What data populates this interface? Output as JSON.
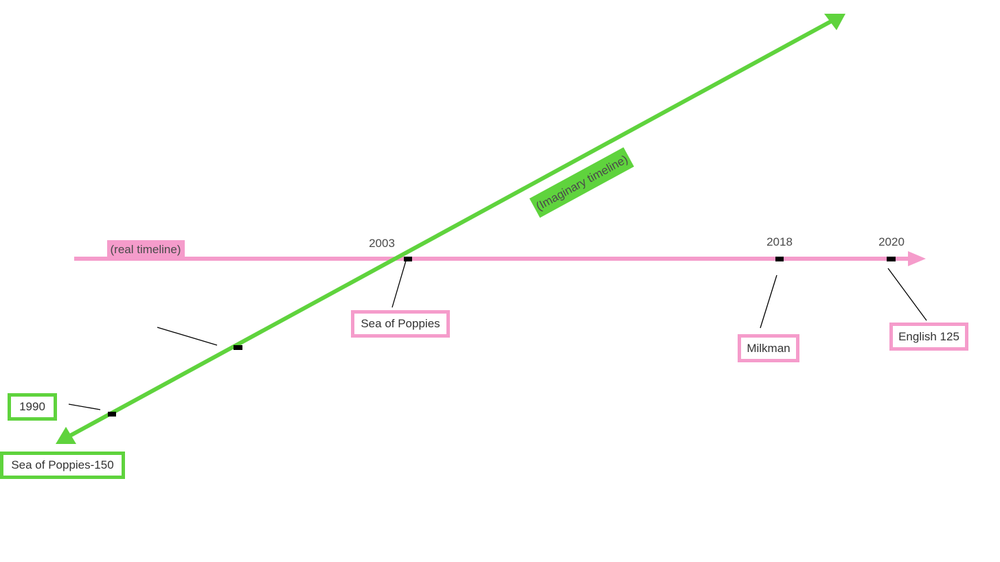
{
  "colors": {
    "real_timeline": "#f59ccb",
    "imaginary_timeline": "#5fd33d",
    "tick": "#000000",
    "connector": "#000000",
    "text": "#4a4a4a"
  },
  "real_timeline": {
    "label": "(real timeline)",
    "years": {
      "y2003": "2003",
      "y2018": "2018",
      "y2020": "2020"
    }
  },
  "imaginary_timeline": {
    "label": "(Imaginary timeline)"
  },
  "books": {
    "sea_of_poppies": "Sea of Poppies",
    "milkman": "Milkman",
    "english_125": "English 125",
    "sea_of_poppies_150": "Sea of Poppies-150"
  },
  "imaginary_years": {
    "y1990": "1990"
  }
}
